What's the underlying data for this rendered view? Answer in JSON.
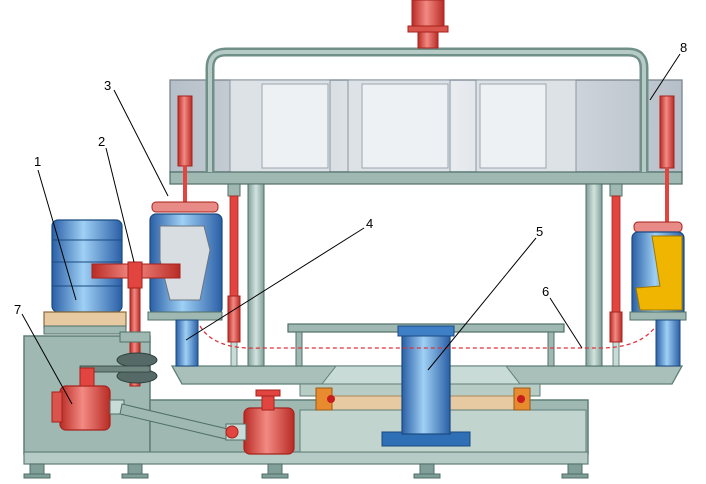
{
  "labels": [
    "1",
    "2",
    "3",
    "4",
    "5",
    "6",
    "7",
    "8"
  ],
  "colors": {
    "frame": "#9fb8b2",
    "frame_dark": "#6f8f88",
    "frame_light": "#c9dbd6",
    "housing": "#d8dde2",
    "housing_dark": "#a9b3bc",
    "red": "#e2453f",
    "red_dark": "#a7221c",
    "blue": "#2f6fb6",
    "blue_light": "#8cc0ec",
    "yellow": "#f0b500",
    "tan": "#e7c9a2",
    "orange": "#e88a2e",
    "dashed": "#e0323a"
  }
}
